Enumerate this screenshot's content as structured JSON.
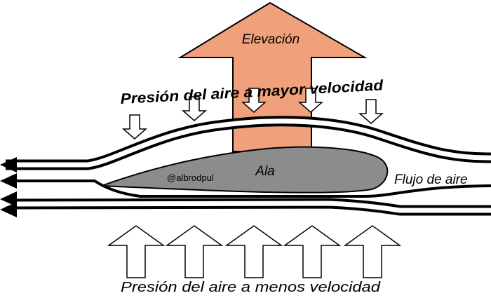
{
  "labels": {
    "lift": "Elevación",
    "upper_pressure": "Presión del aire a mayor velocidad",
    "wing": "Ala",
    "watermark": "@albrodpul",
    "airflow": "Flujo de aire",
    "lower_pressure": "Presión del aire a menos velocidad"
  },
  "colors": {
    "lift_arrow": "#F0A07A",
    "wing_fill": "#8C8C8C",
    "stroke": "#000000",
    "background": "#FFFFFF"
  }
}
